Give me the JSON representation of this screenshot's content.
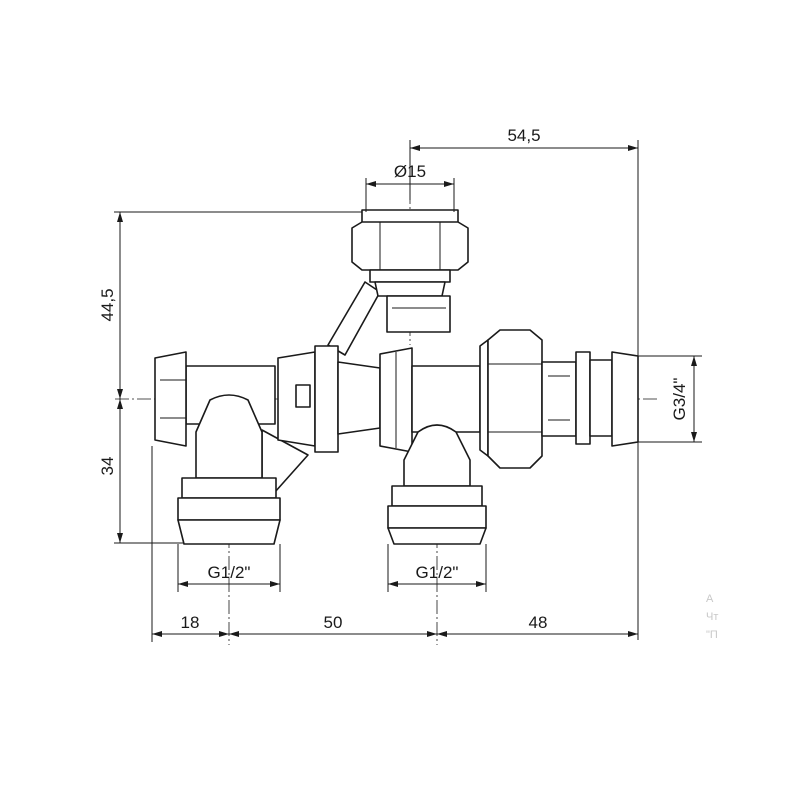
{
  "drawing": {
    "dimensions": {
      "overall_width_top": "54,5",
      "diameter_top": "Ø15",
      "height_upper": "44,5",
      "height_lower": "34",
      "thread_side": "G3/4\"",
      "thread_left": "G1/2\"",
      "thread_center": "G1/2\"",
      "span_left": "18",
      "span_middle": "50",
      "span_right": "48"
    },
    "watermark": [
      "А",
      "Чт",
      "\"П"
    ]
  }
}
